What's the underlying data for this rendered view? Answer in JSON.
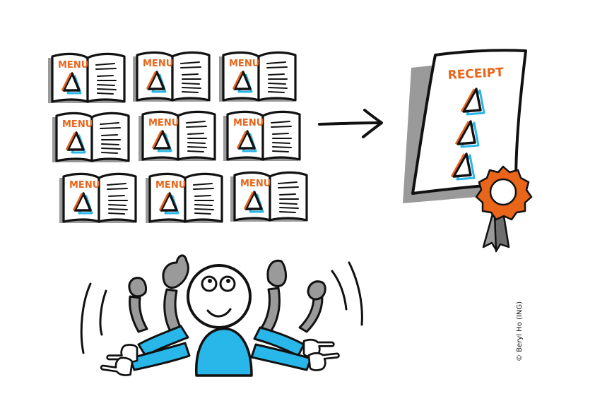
{
  "menu_label": "MENU",
  "receipt_label": "RECEIPT",
  "credit": "© Beryl Ho (ING)",
  "menu_count": 9,
  "receipt_item_count": 3,
  "colors": {
    "orange": "#e8651a",
    "blue": "#29b6e8",
    "grey": "#9a9a9a",
    "ink": "#111111"
  },
  "icons": {
    "menus": "open-menu-book-icon",
    "arrow": "right-arrow-icon",
    "receipt": "receipt-icon",
    "rosette": "award-rosette-icon",
    "person": "many-armed-person-icon"
  }
}
